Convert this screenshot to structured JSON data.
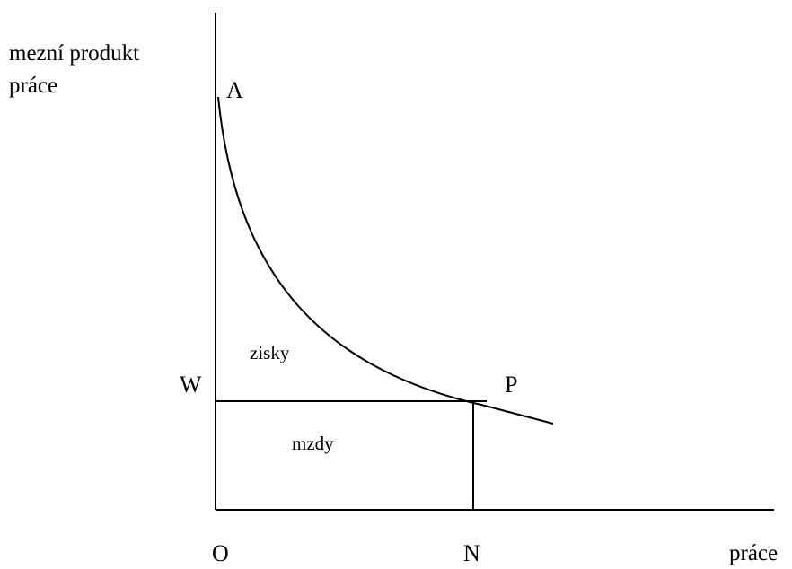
{
  "axes": {
    "y_label_line1": "mezní produkt",
    "y_label_line2": "práce",
    "x_label": "práce"
  },
  "points": {
    "a": "A",
    "w": "W",
    "p": "P",
    "o": "O",
    "n": "N"
  },
  "areas": {
    "profits": "zisky",
    "wages": "mzdy"
  },
  "colors": {
    "line": "#000000",
    "background": "#ffffff"
  }
}
